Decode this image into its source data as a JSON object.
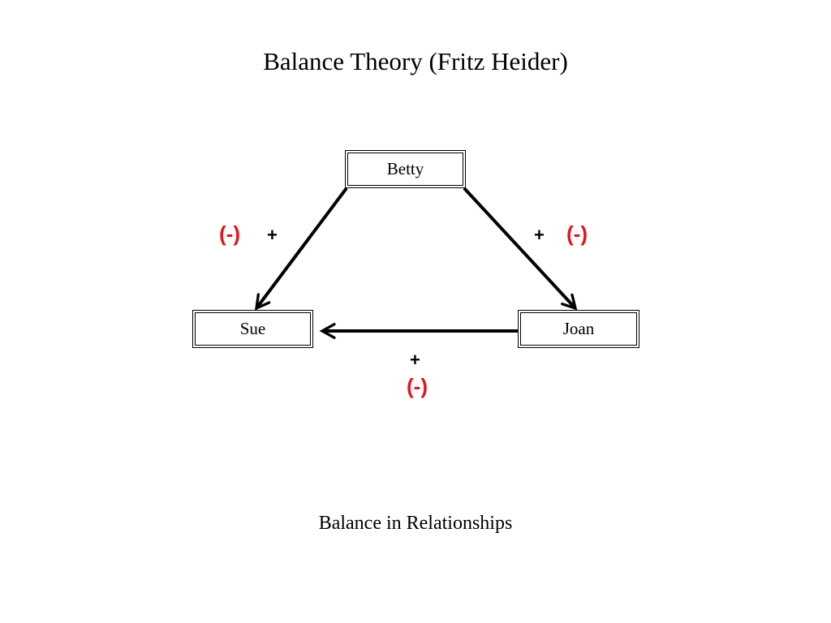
{
  "title": "Balance Theory (Fritz Heider)",
  "nodes": {
    "top": "Betty",
    "left": "Sue",
    "right": "Joan"
  },
  "edges": {
    "betty_to_sue": {
      "positive": "+",
      "negative": "(-)"
    },
    "betty_to_joan": {
      "positive": "+",
      "negative": "(-)"
    },
    "joan_to_sue": {
      "positive": "+",
      "negative": "(-)"
    }
  },
  "colors": {
    "positive": "#000000",
    "negative": "#e8141b"
  },
  "caption": "Balance in Relationships"
}
